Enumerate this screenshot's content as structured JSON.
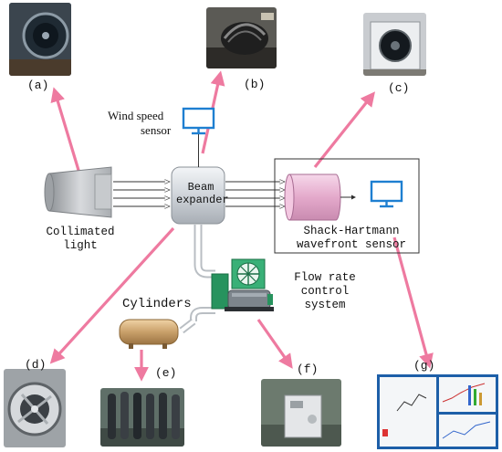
{
  "figure": {
    "sub_labels": {
      "a": "(a)",
      "b": "(b)",
      "c": "(c)",
      "d": "(d)",
      "e": "(e)",
      "f": "(f)",
      "g": "(g)"
    },
    "components": {
      "collimated_light": "Collimated light",
      "collimated_light_line1": "Collimated",
      "collimated_light_line2": "light",
      "beam_expander_line1": "Beam",
      "beam_expander_line2": "expander",
      "wind_speed_sensor_line1": "Wind speed",
      "wind_speed_sensor_line2": "sensor",
      "shack_hartmann_line1": "Shack-Hartmann",
      "shack_hartmann_line2": "wavefront sensor",
      "flow_rate_line1": "Flow rate",
      "flow_rate_line2": "control",
      "flow_rate_line3": "system",
      "cylinders": "Cylinders"
    },
    "colors": {
      "arrow_pink": "#ee7aa0",
      "monitor_blue": "#1e7fd1",
      "lens_grey": "#b9bcc0",
      "expander_silver": "#d7dbe0",
      "cylinder_bronze": "#c9a06a",
      "sensor_pink": "#e7b6d3",
      "pump_green": "#2fa06a"
    }
  }
}
